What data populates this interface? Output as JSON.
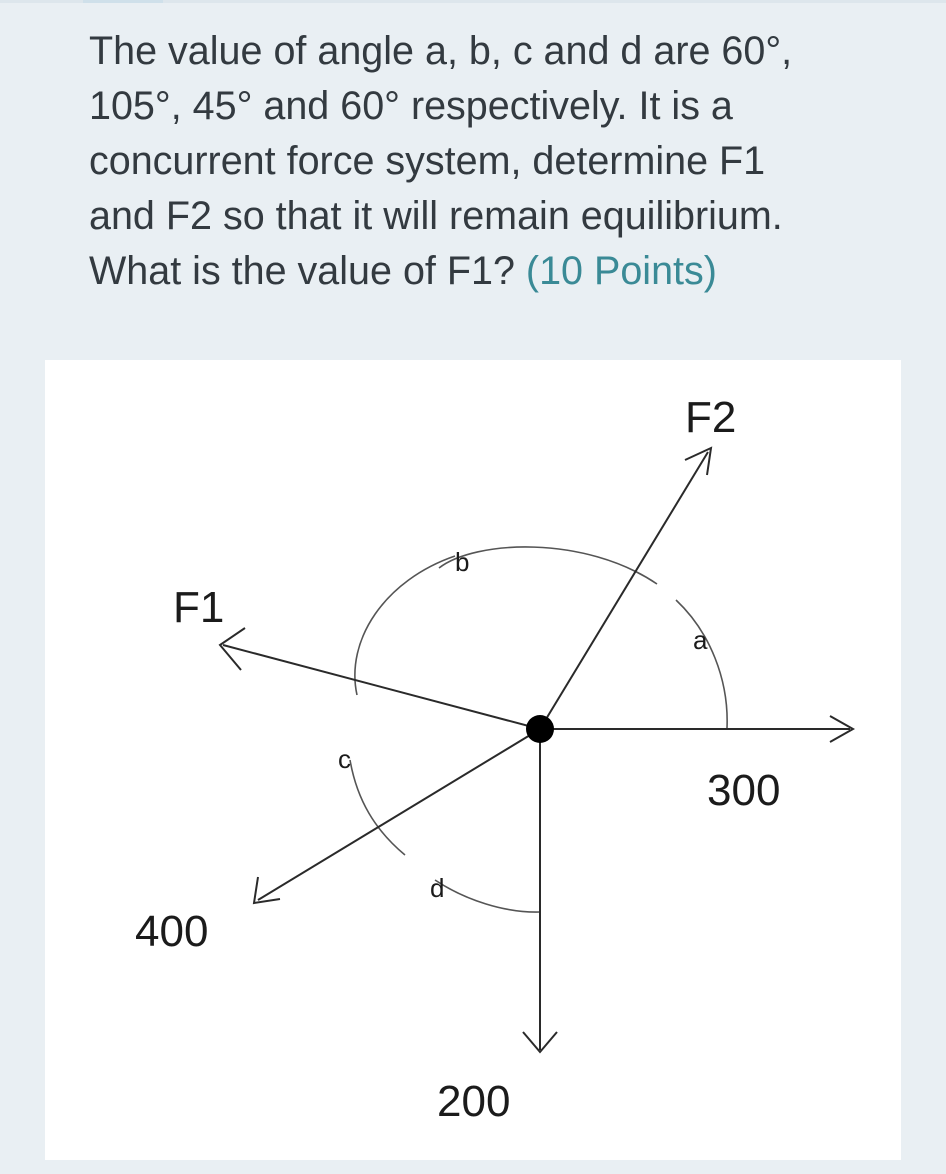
{
  "question": {
    "line1": "The value of angle a, b, c and d are 60°,",
    "line2": "105°, 45° and 60° respectively. It is a",
    "line3": "concurrent force system, determine F1",
    "line4": "and F2 so that it will remain equilibrium.",
    "line5": "What is the value of F1?",
    "points": "(10 Points)"
  },
  "figure": {
    "force_labels": {
      "f2": "F2",
      "f1": "F1",
      "f300": "300",
      "f400": "400",
      "f200": "200"
    },
    "angle_labels": {
      "a": "a",
      "b": "b",
      "c": "c",
      "d": "d"
    }
  }
}
